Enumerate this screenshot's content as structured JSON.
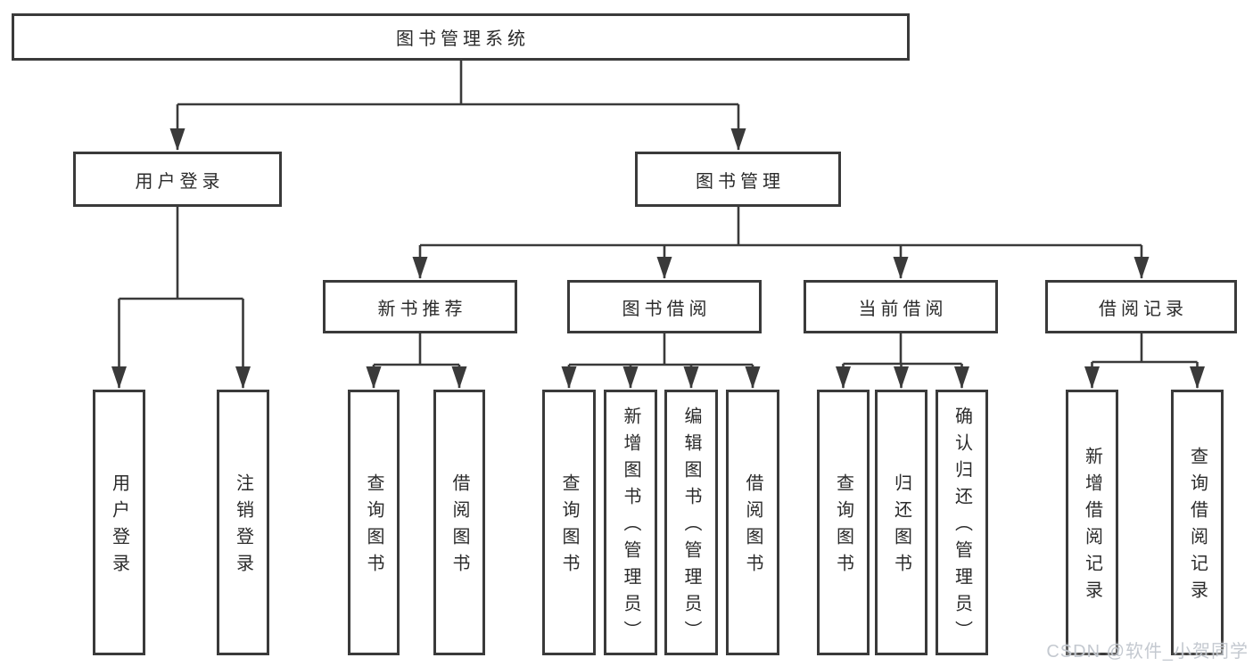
{
  "tree": {
    "label": "图书管理系统",
    "children": [
      {
        "label": "用户登录",
        "children": [
          {
            "label": "用户登录"
          },
          {
            "label": "注销登录"
          }
        ]
      },
      {
        "label": "图书管理",
        "children": [
          {
            "label": "新书推荐",
            "children": [
              {
                "label": "查询图书"
              },
              {
                "label": "借阅图书"
              }
            ]
          },
          {
            "label": "图书借阅",
            "children": [
              {
                "label": "查询图书"
              },
              {
                "label": "新增图书（管理员）"
              },
              {
                "label": "编辑图书（管理员）"
              },
              {
                "label": "借阅图书"
              }
            ]
          },
          {
            "label": "当前借阅",
            "children": [
              {
                "label": "查询图书"
              },
              {
                "label": "归还图书"
              },
              {
                "label": "确认归还（管理员）"
              }
            ]
          },
          {
            "label": "借阅记录",
            "children": [
              {
                "label": "新增借阅记录"
              },
              {
                "label": "查询借阅记录"
              }
            ]
          }
        ]
      }
    ]
  },
  "watermark": "CSDN @软件_小贺同学",
  "colors": {
    "line": "#3a3a3a",
    "box_border": "#3a3a3a",
    "text": "#2b2b2b",
    "background": "#ffffff",
    "watermark": "#c1c6ce"
  }
}
